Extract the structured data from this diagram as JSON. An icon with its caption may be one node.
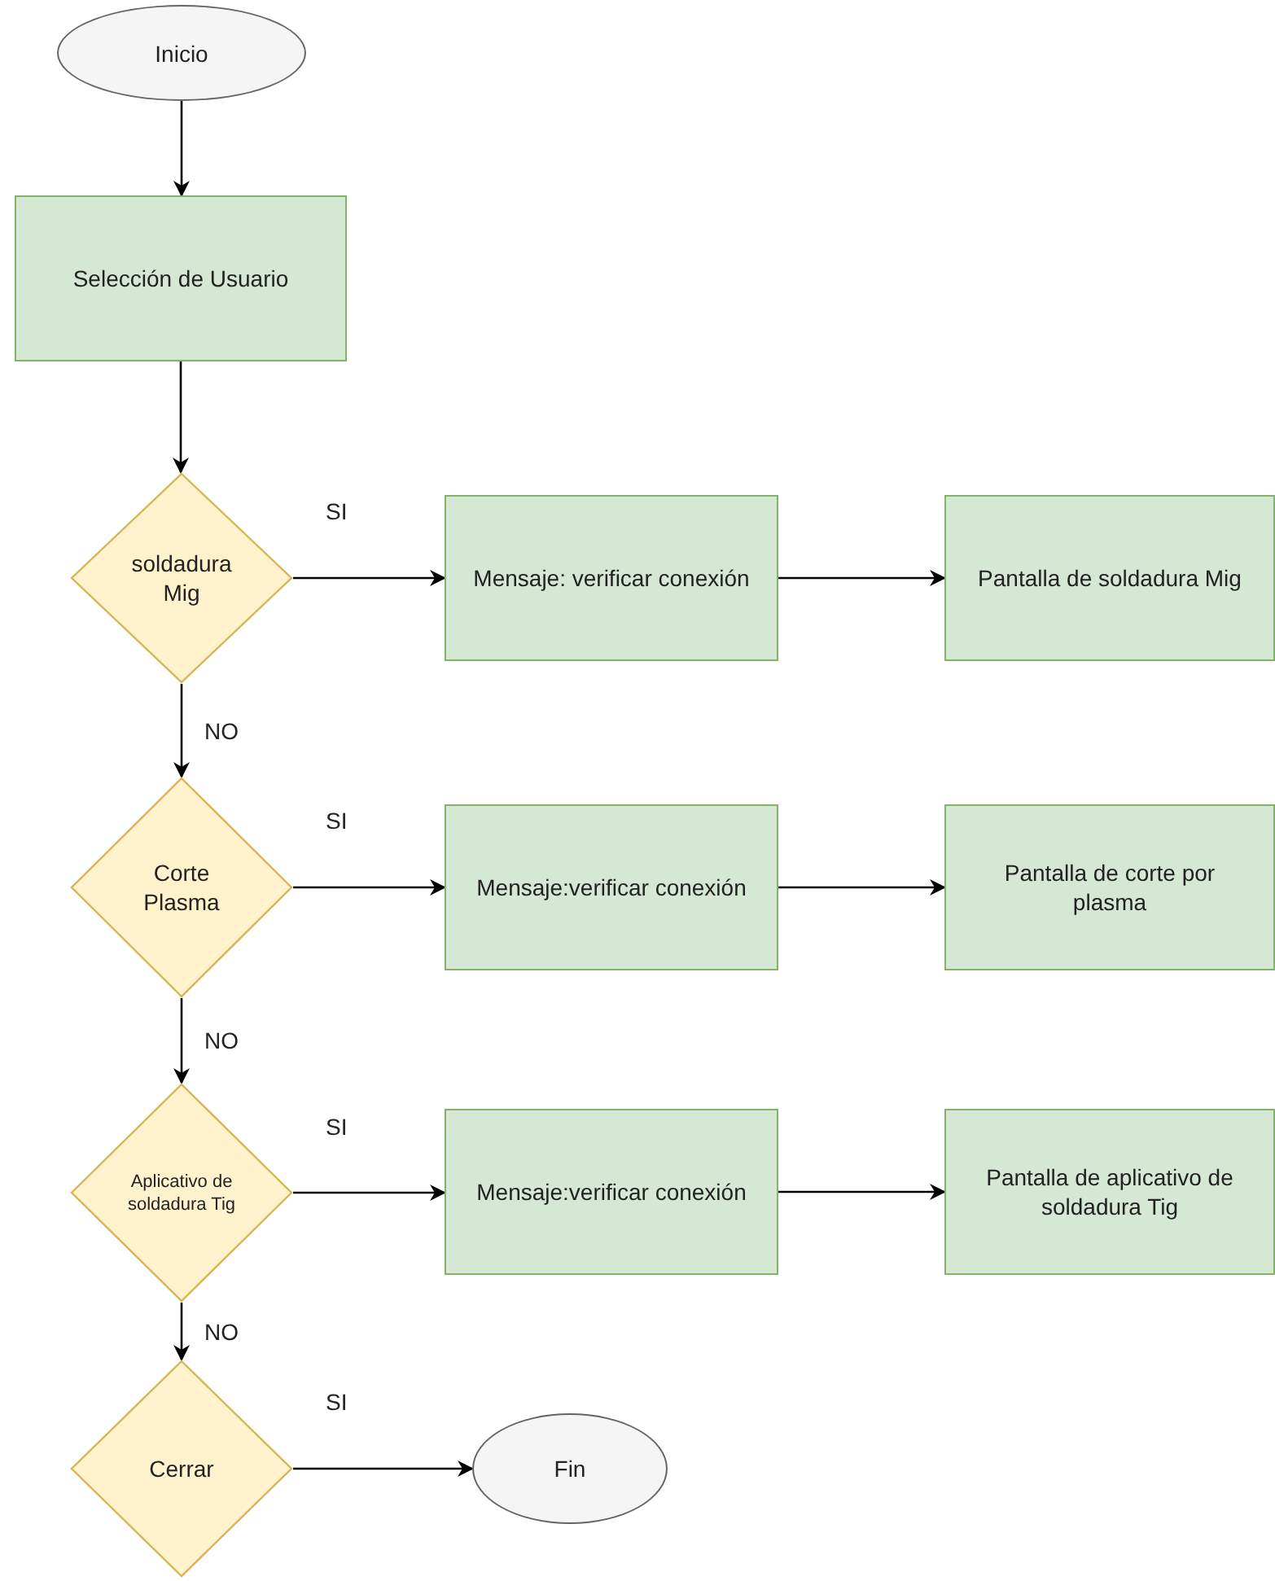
{
  "diagram": {
    "nodes": [
      {
        "text": [
          "Inicio"
        ]
      },
      {
        "text": [
          "Selección de Usuario"
        ]
      },
      {
        "text": [
          "soldadura Mig"
        ]
      },
      {
        "text": [
          "Mensaje: verificar conexión"
        ]
      },
      {
        "text": [
          "Pantalla de soldadura Mig"
        ]
      },
      {
        "text": [
          "Corte Plasma"
        ]
      },
      {
        "text": [
          "Mensaje:verificar conexión"
        ]
      },
      {
        "text": [
          "Pantalla de corte por plasma"
        ]
      },
      {
        "text": [
          "Aplicativo de soldadura Tig"
        ]
      },
      {
        "text": [
          "Mensaje:verificar conexión"
        ]
      },
      {
        "text": [
          "Pantalla de aplicativo de soldadura Tig"
        ]
      },
      {
        "text": [
          "Cerrar"
        ]
      },
      {
        "text": [
          "Fin"
        ]
      }
    ],
    "edges": [
      {
        "from": 0,
        "to": 1,
        "arrow": "to"
      },
      {
        "from": 1,
        "to": 2,
        "arrow": "to"
      },
      {
        "from": 2,
        "to": 3,
        "arrow": "to",
        "label": "SI"
      },
      {
        "from": 3,
        "to": 4,
        "arrow": "to"
      },
      {
        "from": 2,
        "to": 5,
        "arrow": "to",
        "label": "NO"
      },
      {
        "from": 5,
        "to": 6,
        "arrow": "to",
        "label": "SI"
      },
      {
        "from": 6,
        "to": 7,
        "arrow": "to"
      },
      {
        "from": 5,
        "to": 8,
        "arrow": "to",
        "label": "NO"
      },
      {
        "from": 8,
        "to": 9,
        "arrow": "to",
        "label": "SI"
      },
      {
        "from": 9,
        "to": 10,
        "arrow": "to"
      },
      {
        "from": 8,
        "to": 11,
        "arrow": "to",
        "label": "NO"
      },
      {
        "from": 11,
        "to": 12,
        "arrow": "to",
        "label": "SI"
      }
    ]
  }
}
